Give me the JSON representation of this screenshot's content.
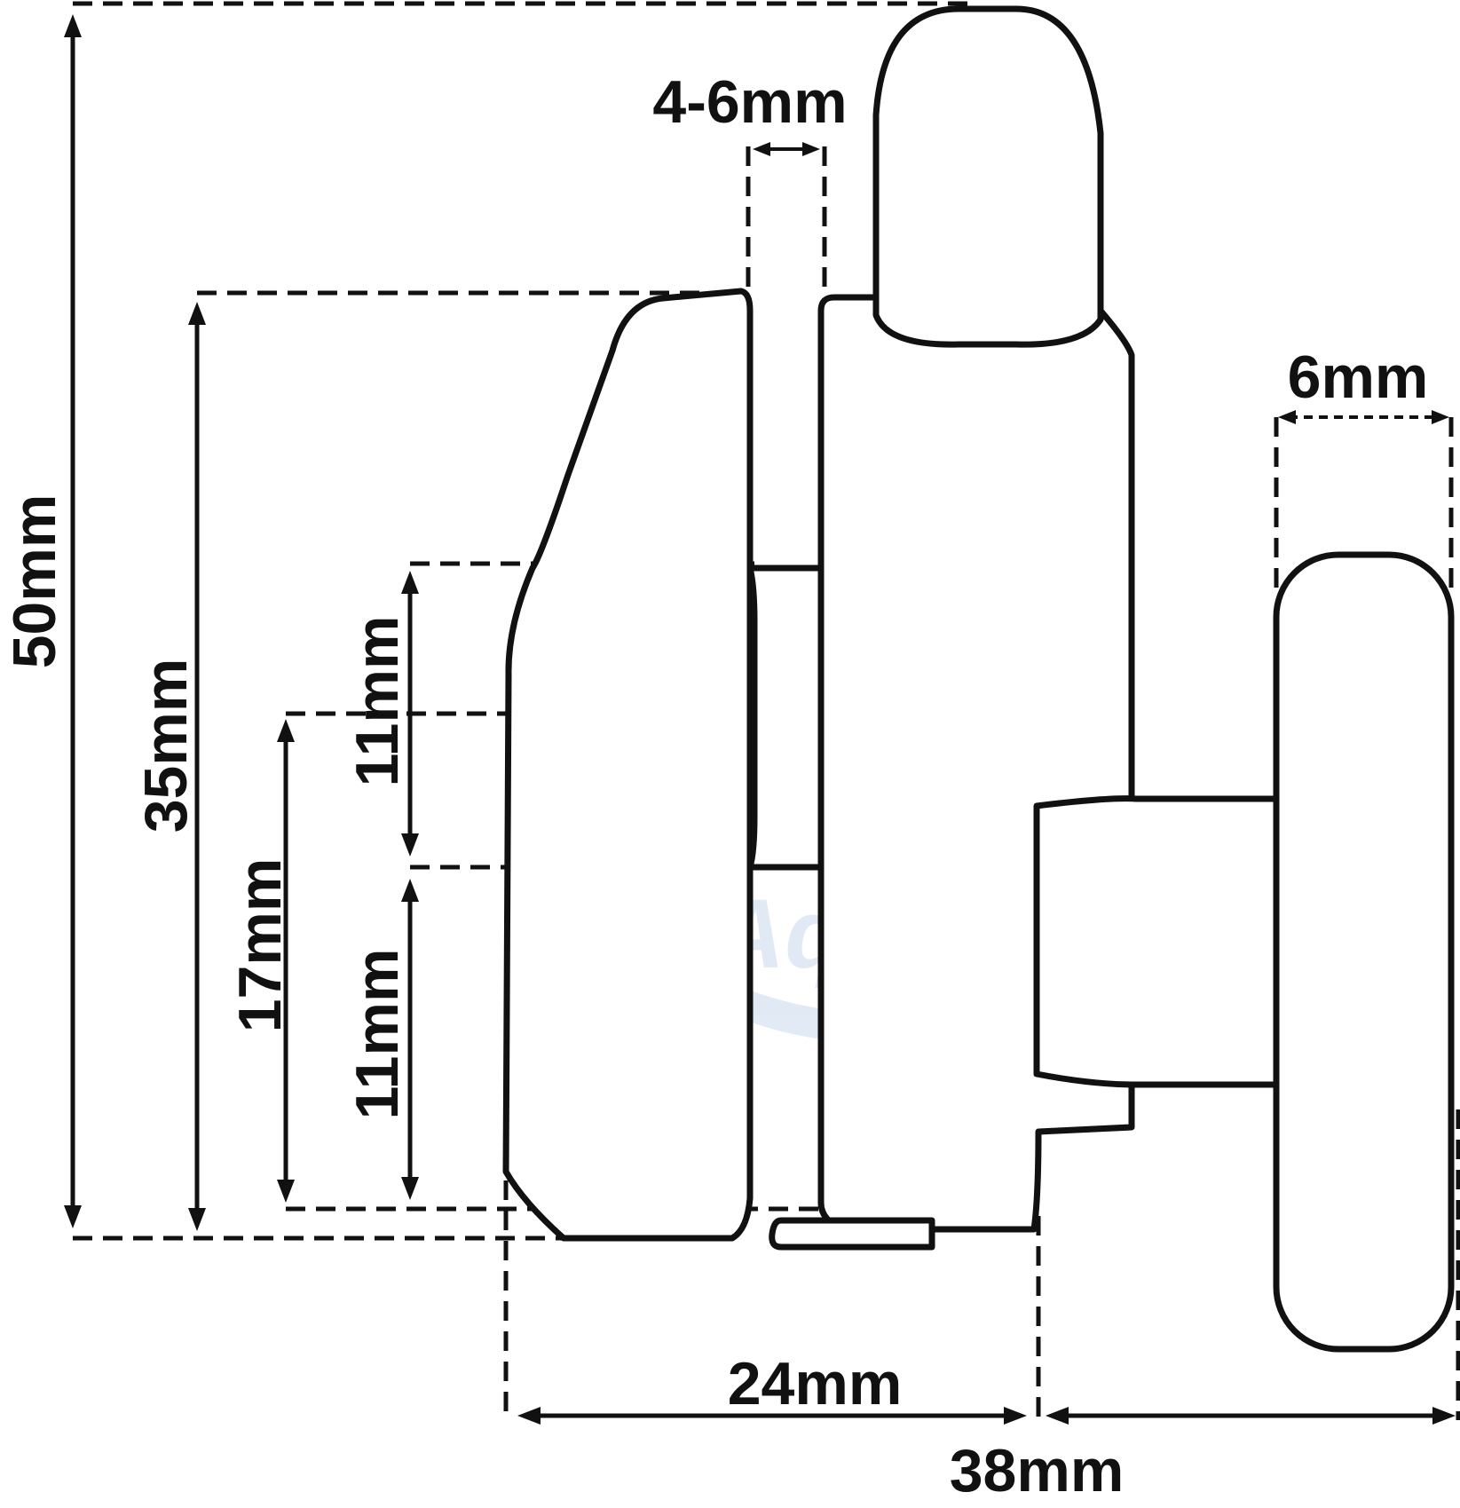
{
  "colors": {
    "stroke": "#111111",
    "background": "#ffffff",
    "watermark": "#c9d8ec"
  },
  "watermark": {
    "text": "AquaParts",
    "icon": "gear-icon"
  },
  "dimensions": {
    "overall_height": "50mm",
    "body_height": "35mm",
    "lower_height": "17mm",
    "upper_slot": "11mm",
    "lower_slot": "11mm",
    "gap_width": "4-6mm",
    "wheel_width": "6mm",
    "inner_width": "24mm",
    "total_width": "38mm"
  }
}
